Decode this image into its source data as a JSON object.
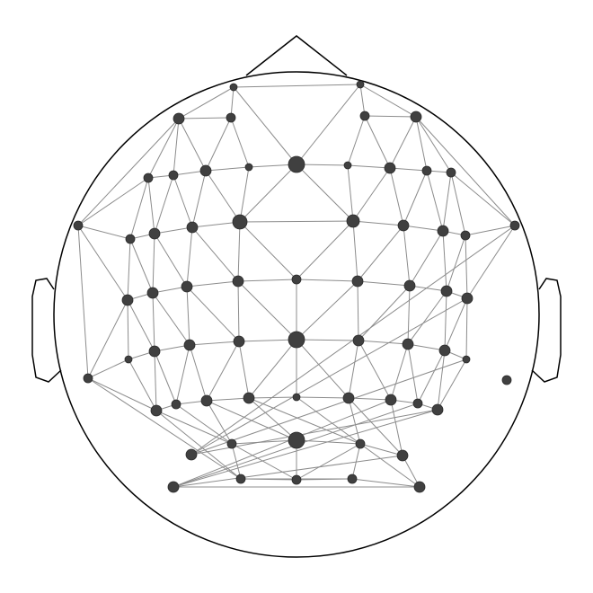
{
  "diagram": {
    "type": "sensor-connectivity-topomap",
    "colors": {
      "background": "#ffffff",
      "head_outline": "#000000",
      "edge": "#8c8c8c",
      "node_fill": "#404040",
      "node_stroke": "#2a2a2a"
    },
    "node_count": 89,
    "edge_count": 226
  }
}
